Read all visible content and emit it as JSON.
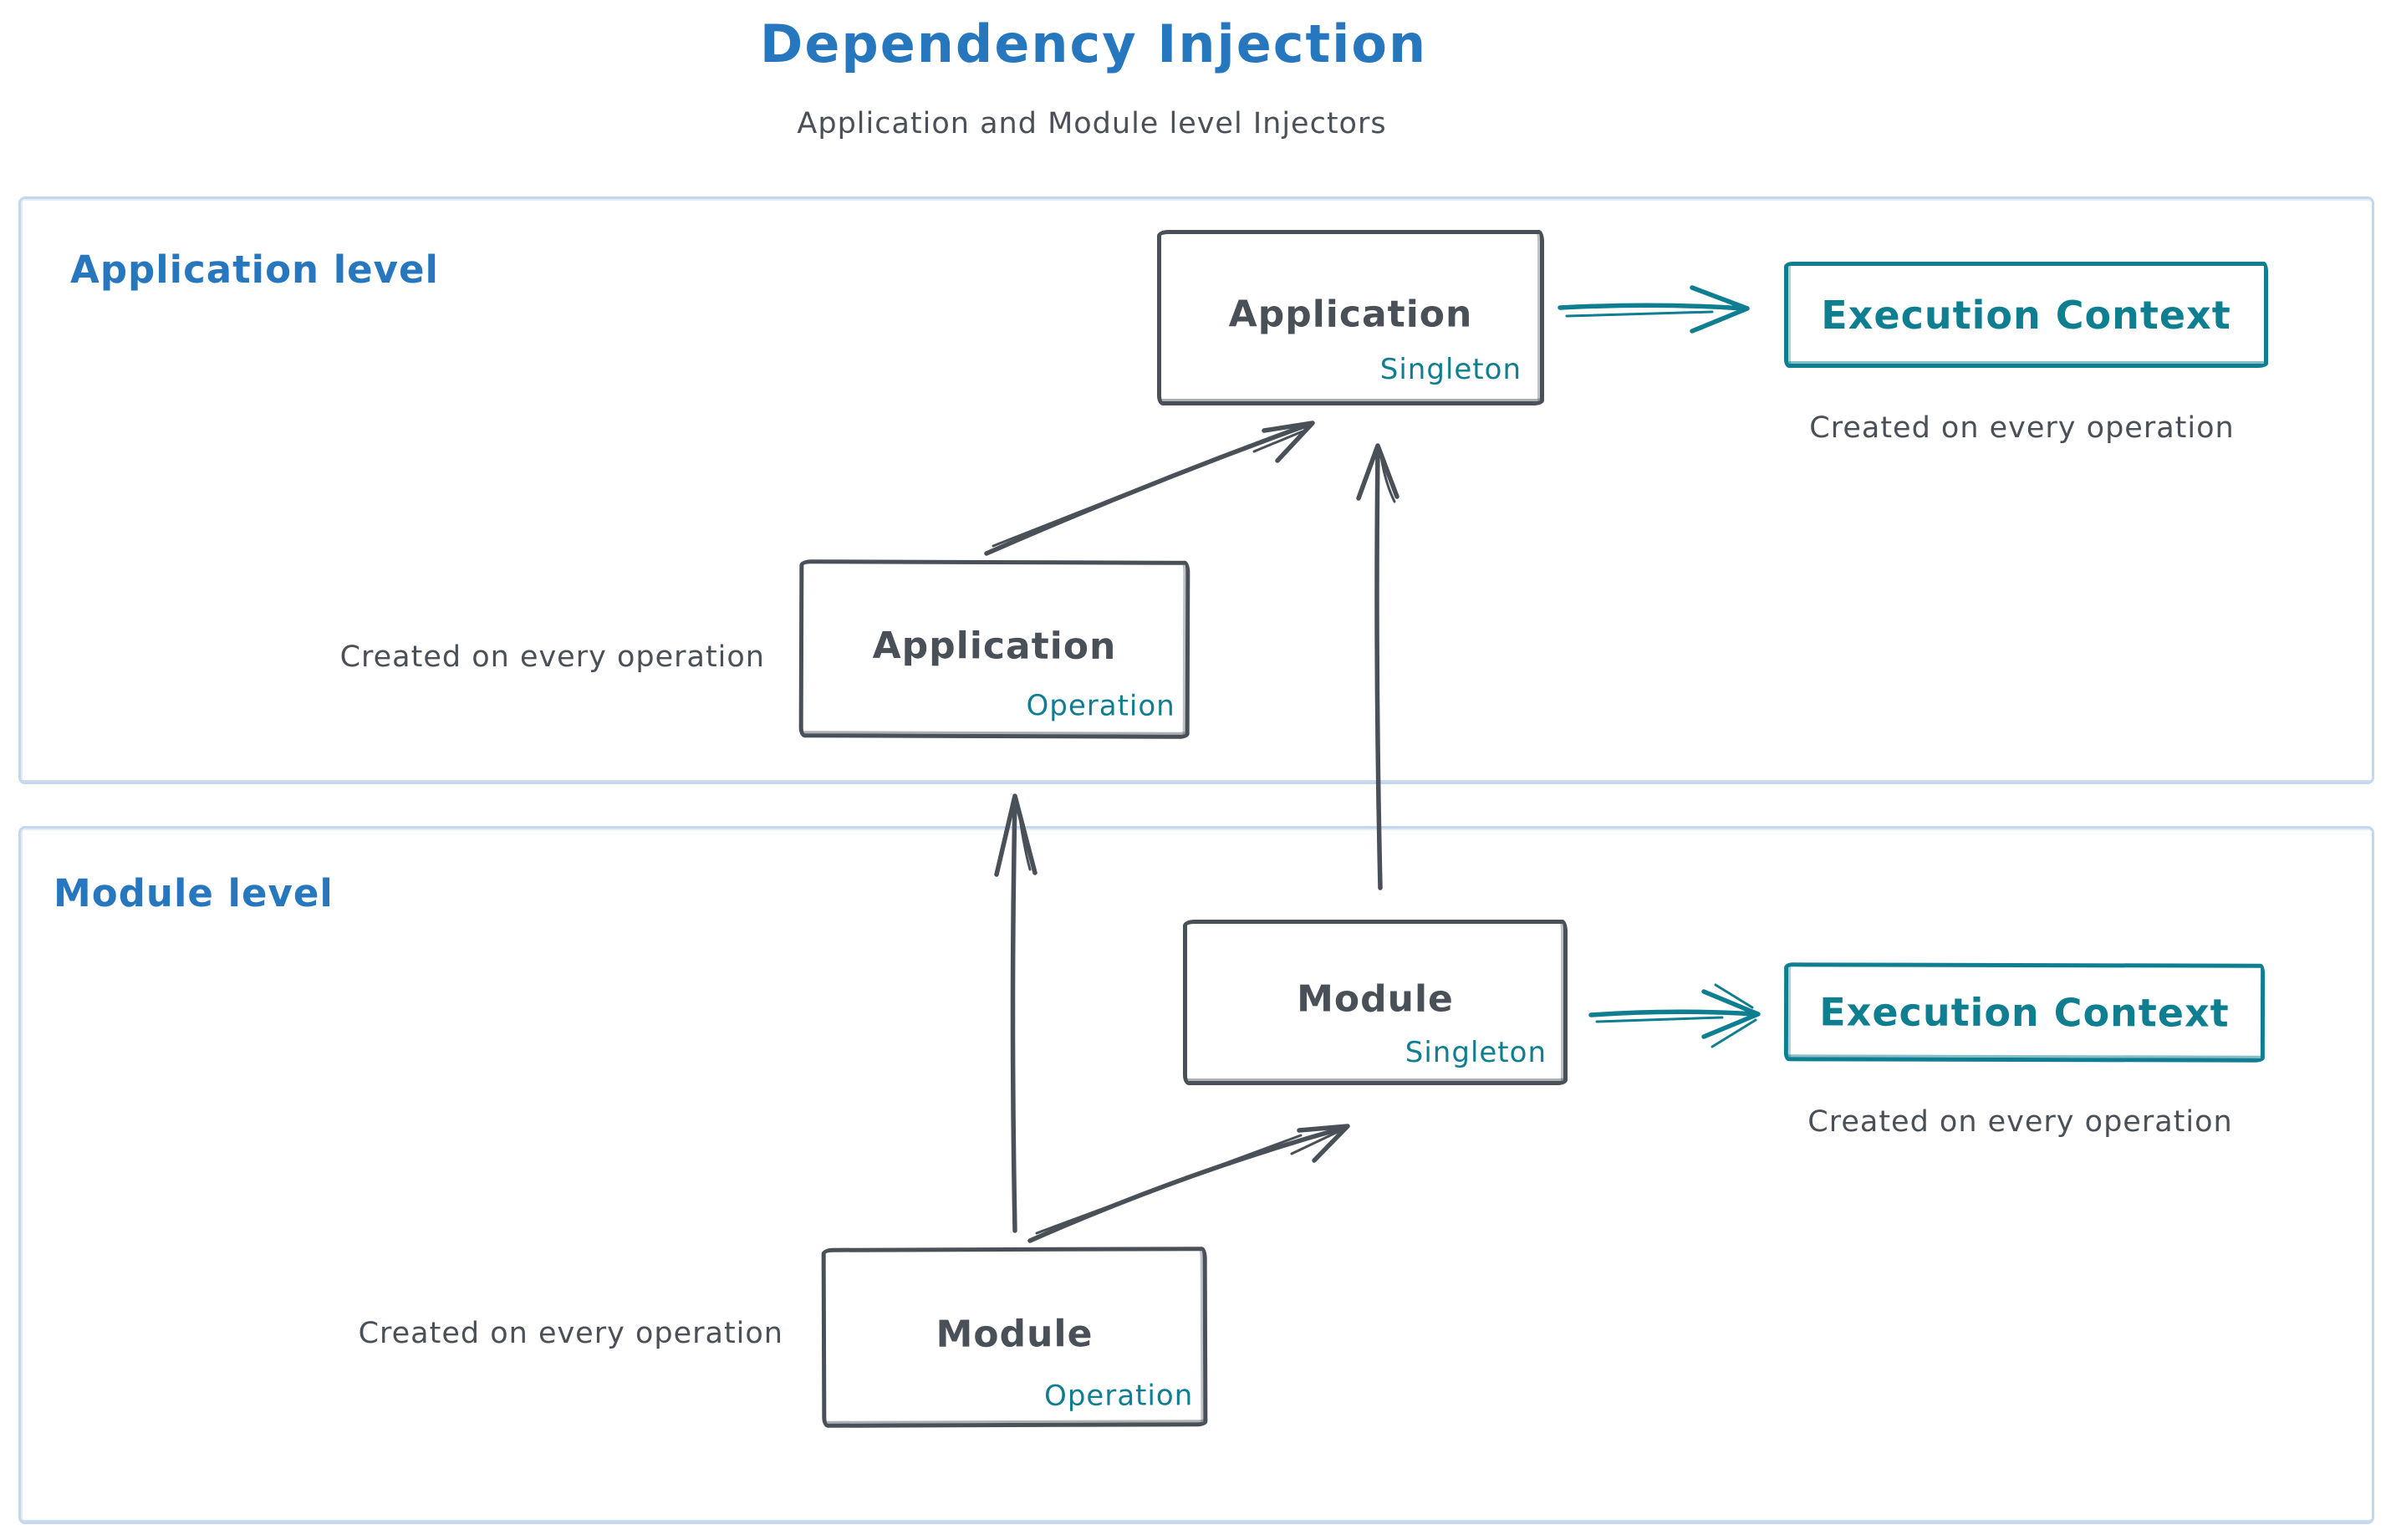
{
  "title": "Dependency Injection",
  "subtitle": "Application and Module level Injectors",
  "colors": {
    "heading_blue": "#2777be",
    "teal_accent": "#0f7e91",
    "ink": "#495057",
    "frame_light_blue": "#c3d8ee"
  },
  "application_level": {
    "label": "Application level",
    "singleton_box": {
      "name": "Application",
      "scope": "Singleton"
    },
    "operation_box": {
      "name": "Application",
      "scope": "Operation"
    },
    "operation_note": "Created on every operation",
    "execution_context": {
      "label": "Execution Context",
      "note": "Created on every operation"
    }
  },
  "module_level": {
    "label": "Module level",
    "singleton_box": {
      "name": "Module",
      "scope": "Singleton"
    },
    "operation_box": {
      "name": "Module",
      "scope": "Operation"
    },
    "operation_note": "Created on every operation",
    "execution_context": {
      "label": "Execution Context",
      "note": "Created on every operation"
    }
  }
}
